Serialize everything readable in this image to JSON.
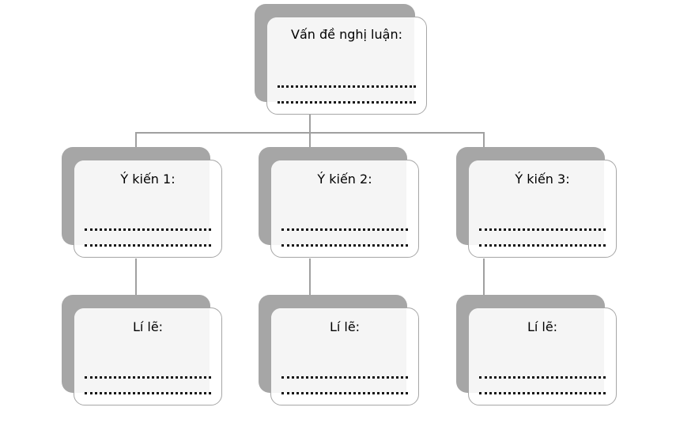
{
  "diagram": {
    "type": "hierarchy-tree",
    "background_color": "#ffffff",
    "shadow_color": "#a6a6a6",
    "border_color": "#a6a6a6",
    "fill_color": "#f5f5f5",
    "connector_color": "#a0a0a0",
    "text_color": "#000000"
  },
  "root": {
    "title": "Vấn đề nghị luận:",
    "blank_lines": 2
  },
  "level2": [
    {
      "title": "Ý kiến 1:",
      "blank_lines": 2
    },
    {
      "title": "Ý kiến 2:",
      "blank_lines": 2
    },
    {
      "title": "Ý kiến 3:",
      "blank_lines": 2
    }
  ],
  "level3": [
    {
      "title": "Lí lẽ:",
      "blank_lines": 2
    },
    {
      "title": "Lí lẽ:",
      "blank_lines": 2
    },
    {
      "title": "Lí lẽ:",
      "blank_lines": 2
    }
  ]
}
